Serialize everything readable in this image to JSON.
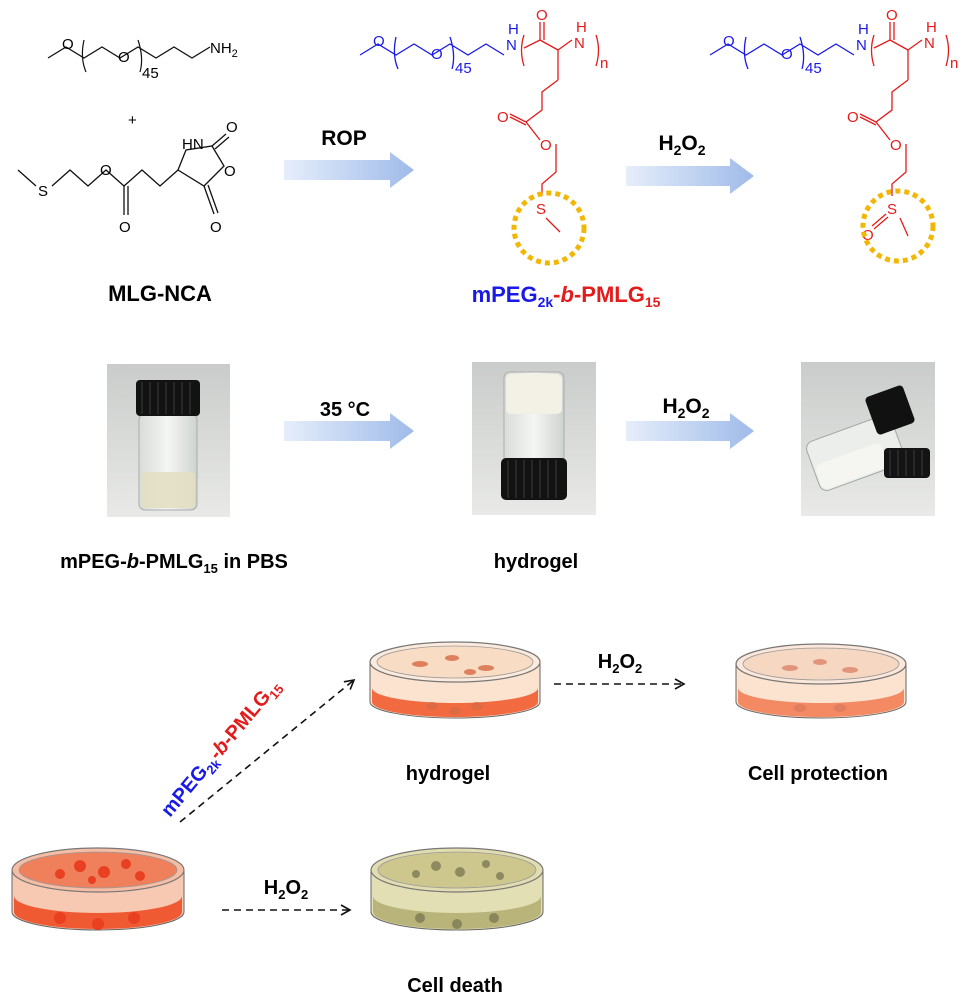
{
  "colors": {
    "peg_blue": "#1a1ae6",
    "pmlg_red": "#e41b1b",
    "highlight_yellow": "#f2b705",
    "arrow_blue": "#b8cdf0",
    "dish_red": "#f0643c",
    "dish_dead": "#c9c48a"
  },
  "scheme": {
    "reactant1": {
      "subscript": "45",
      "amine": "NH",
      "amine_sub": "2"
    },
    "plus": "+",
    "nca": {
      "hn": "HN",
      "o": "O",
      "s": "S"
    },
    "nca_label": "MLG-NCA",
    "step1_label": "ROP",
    "step2_label_main": "H",
    "step2_label_sub1": "2",
    "step2_label_o": "O",
    "step2_label_sub2": "2",
    "polymer": {
      "peg_sub": "45",
      "nh": "N",
      "h": "H",
      "o": "O",
      "s": "S",
      "n": "n"
    },
    "polymer_label": {
      "a": "mPEG",
      "a_sub": "2k",
      "b": "-",
      "c": "b",
      "d": "-PMLG",
      "d_sub": "15"
    }
  },
  "photos": {
    "label1": "mPEG-",
    "label1_italic": "b",
    "label1_rest": "-PMLG",
    "label1_sub": "15",
    "label1_tail": " in PBS",
    "step_temp": "35 °C",
    "label2": "hydrogel",
    "step_h2o2": "H",
    "step_h2o2_sub": "2",
    "step_h2o2_o": "O",
    "step_h2o2_sub2": "2"
  },
  "cells": {
    "diag_label": {
      "a": "mPEG",
      "a_sub": "2k",
      "b": "-",
      "c": "b",
      "d": "-PMLG",
      "d_sub": "15"
    },
    "hydrogel_label": "hydrogel",
    "protection_label": "Cell protection",
    "death_label": "Cell death",
    "h2o2_top": {
      "h": "H",
      "s1": "2",
      "o": "O",
      "s2": "2"
    },
    "h2o2_bottom": {
      "h": "H",
      "s1": "2",
      "o": "O",
      "s2": "2"
    }
  }
}
